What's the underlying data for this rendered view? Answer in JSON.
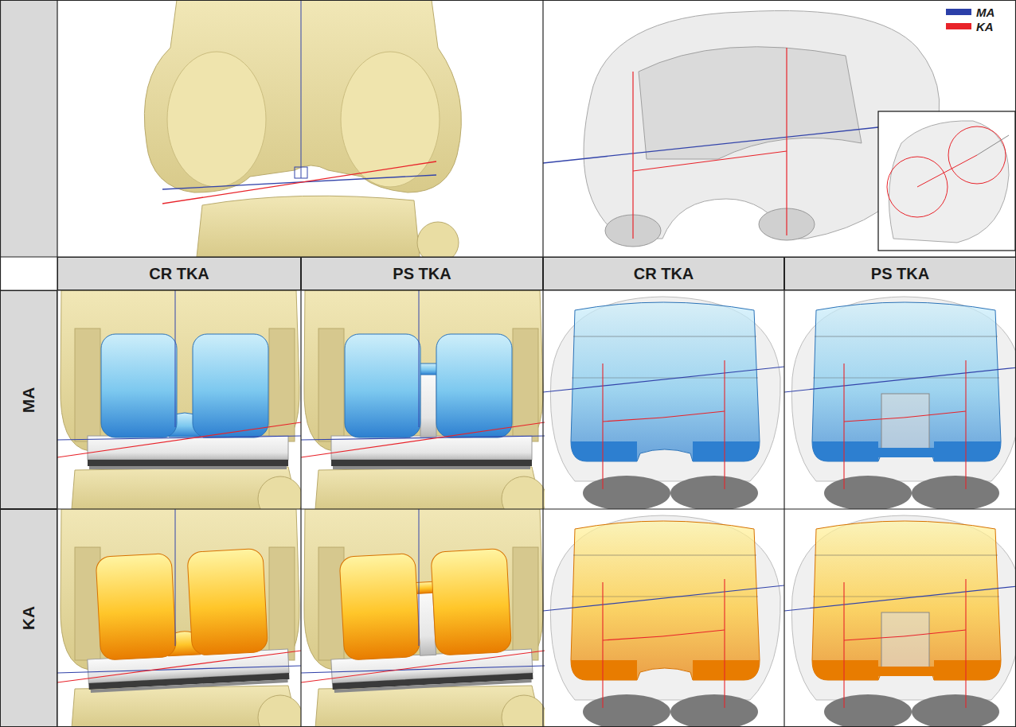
{
  "diagram": {
    "nodes": [
      {
        "text": [
          "CR TKA"
        ]
      },
      {
        "text": [
          "PS TKA"
        ]
      },
      {
        "text": [
          "CR TKA"
        ]
      },
      {
        "text": [
          "PS TKA"
        ]
      },
      {
        "text": [
          "MA"
        ]
      },
      {
        "text": [
          "KA"
        ]
      }
    ],
    "legend": [
      {
        "text": "MA",
        "color": "#2b3fa8"
      },
      {
        "text": "KA",
        "color": "#e8232a"
      }
    ]
  }
}
